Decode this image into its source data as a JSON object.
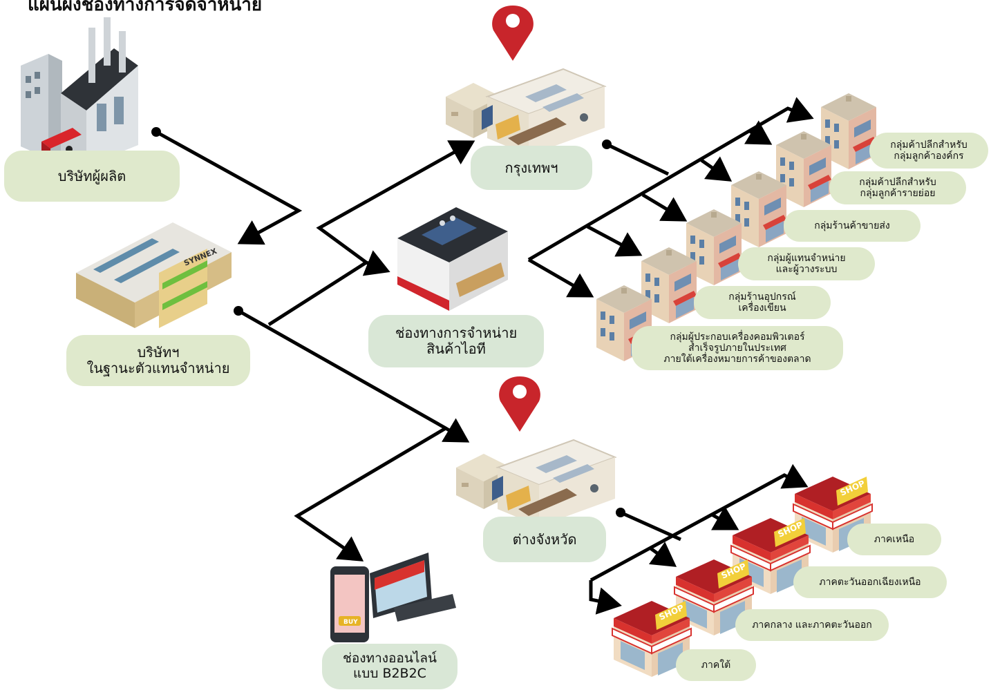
{
  "title": "แผนผังช่องทางการจัดจำหน่าย",
  "nodes": {
    "manufacturer": "บริษัทผู้ผลิต",
    "distributor": [
      "บริษัทฯ",
      "ในฐานะตัวแทนจำหน่าย"
    ],
    "it_channel": [
      "ช่องทางการจำหน่าย",
      "สินค้าไอที"
    ],
    "bangkok": "กรุงเทพฯ",
    "provinces": "ต่างจังหวัด",
    "online": [
      "ช่องทางออนไลน์",
      "แบบ B2B2C"
    ]
  },
  "bangkok_customers": [
    [
      "กลุ่มค้าปลีกสำหรับ",
      "กลุ่มลูกค้าองค์กร"
    ],
    [
      "กลุ่มค้าปลีกสำหรับ",
      "กลุ่มลูกค้ารายย่อย"
    ],
    [
      "กลุ่มร้านค้าขายส่ง"
    ],
    [
      "กลุ่มผู้แทนจำหน่าย",
      "และผู้วางระบบ"
    ],
    [
      "กลุ่มร้านอุปกรณ์",
      "เครื่องเขียน"
    ],
    [
      "กลุ่มผู้ประกอบเครื่องคอมพิวเตอร์",
      "สำเร็จรูปภายในประเทศ",
      "ภายใต้เครื่องหมายการค้าของตลาด"
    ]
  ],
  "regions": [
    "ภาคเหนือ",
    "ภาคตะวันออกเฉียงเหนือ",
    "ภาคกลาง และภาคตะวันออก",
    "ภาคใต้"
  ],
  "brand_sign": "SYNNEX",
  "shop_sign": "SHOP",
  "buy_label": "BUY",
  "colors": {
    "label_green": "#dfe9cc",
    "pin_red": "#c8252b",
    "line": "#000000"
  }
}
